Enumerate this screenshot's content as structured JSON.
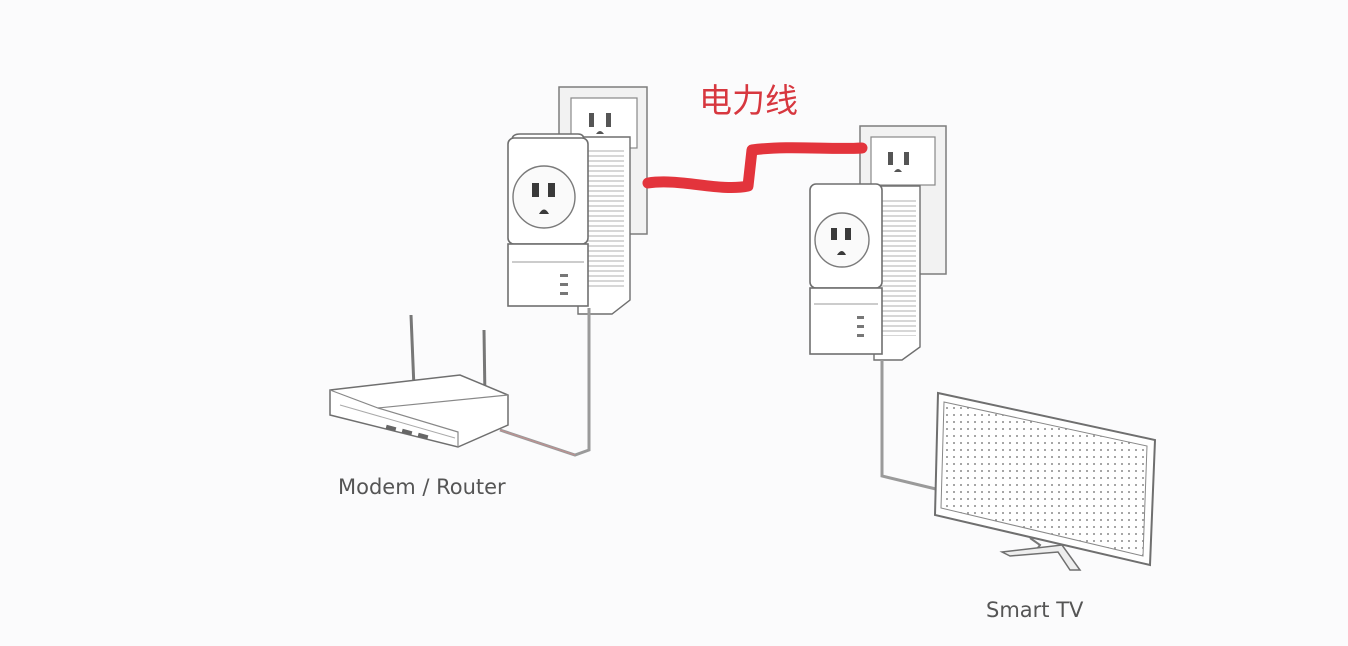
{
  "diagram": {
    "powerline_label": "电力线",
    "router_label": "Modem / Router",
    "tv_label": "Smart TV"
  },
  "colors": {
    "powerline": "#e3343c",
    "outline": "#7d7d7d",
    "cable": "#9a9a9a",
    "background": "#fbfbfc"
  },
  "icons": [
    "wall-outlet-icon",
    "powerline-adapter-icon",
    "router-icon",
    "smart-tv-icon"
  ]
}
